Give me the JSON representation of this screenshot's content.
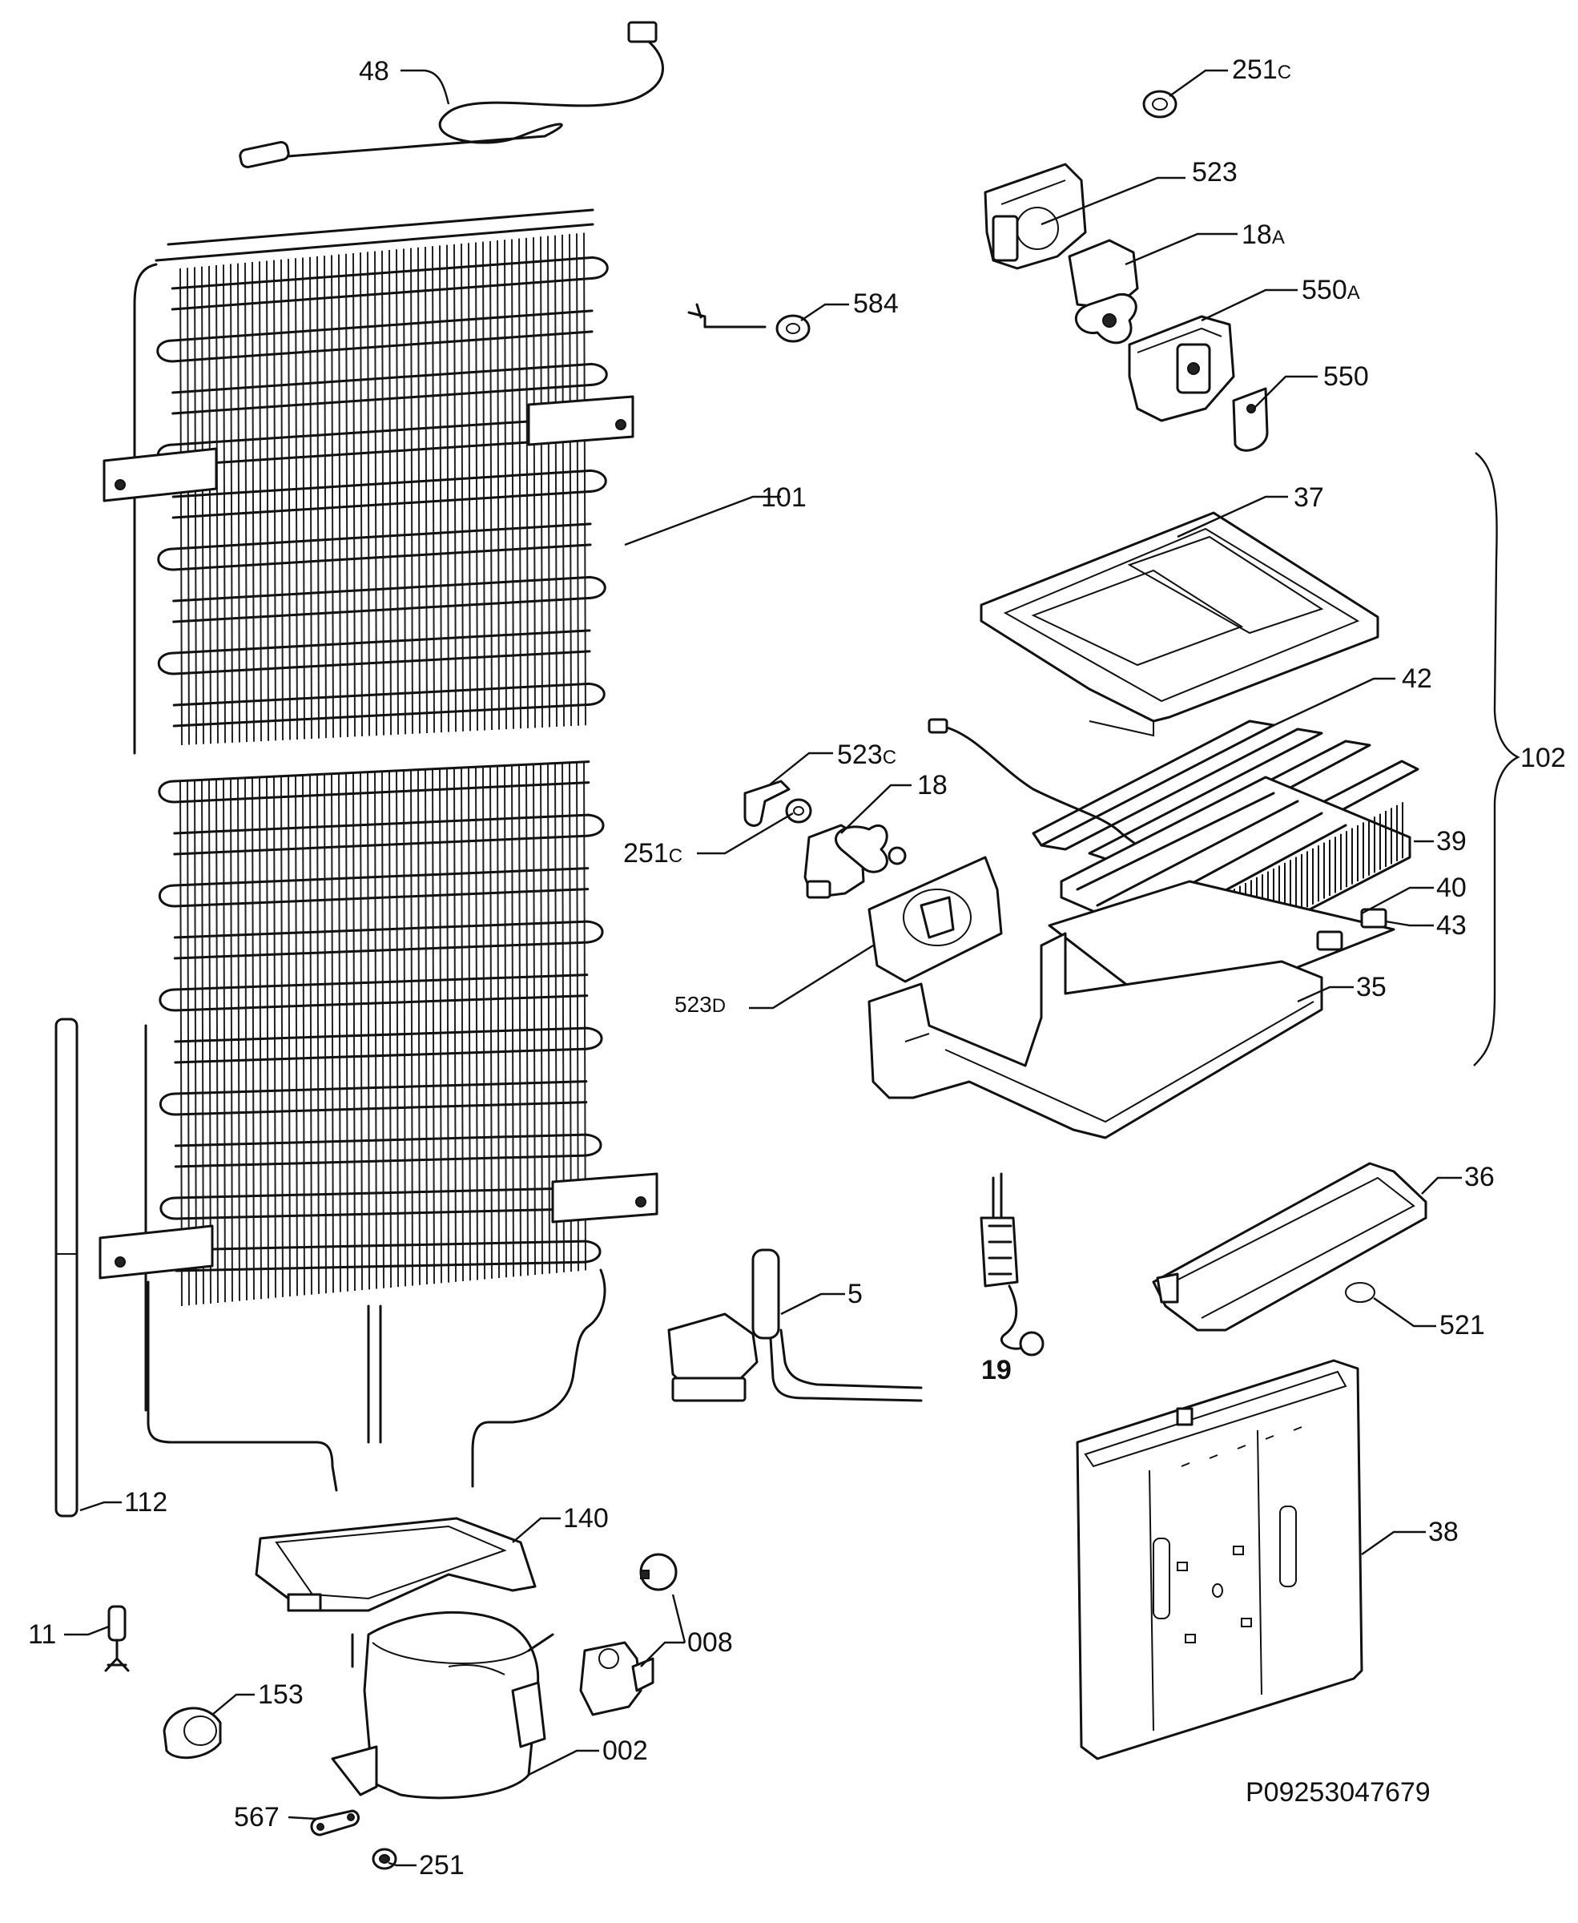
{
  "diagram_code": "P09253047679",
  "labels": {
    "48": {
      "main": "48",
      "suffix": ""
    },
    "251c_top": {
      "main": "251",
      "suffix": "C"
    },
    "523": {
      "main": "523",
      "suffix": ""
    },
    "18a": {
      "main": "18",
      "suffix": "A"
    },
    "584": {
      "main": "584",
      "suffix": ""
    },
    "550a": {
      "main": "550",
      "suffix": "A"
    },
    "550": {
      "main": "550",
      "suffix": ""
    },
    "101": {
      "main": "101",
      "suffix": ""
    },
    "37": {
      "main": "37",
      "suffix": ""
    },
    "42": {
      "main": "42",
      "suffix": ""
    },
    "102": {
      "main": "102",
      "suffix": ""
    },
    "523c": {
      "main": "523",
      "suffix": "C"
    },
    "18": {
      "main": "18",
      "suffix": ""
    },
    "251c_mid": {
      "main": "251",
      "suffix": "C"
    },
    "39": {
      "main": "39",
      "suffix": ""
    },
    "40": {
      "main": "40",
      "suffix": ""
    },
    "43": {
      "main": "43",
      "suffix": ""
    },
    "523d": {
      "main": "523",
      "suffix": "D"
    },
    "35": {
      "main": "35",
      "suffix": ""
    },
    "36": {
      "main": "36",
      "suffix": ""
    },
    "5": {
      "main": "5",
      "suffix": ""
    },
    "521": {
      "main": "521",
      "suffix": ""
    },
    "19": {
      "main": "19",
      "suffix": ""
    },
    "112": {
      "main": "112",
      "suffix": ""
    },
    "140": {
      "main": "140",
      "suffix": ""
    },
    "38": {
      "main": "38",
      "suffix": ""
    },
    "11": {
      "main": "11",
      "suffix": ""
    },
    "008": {
      "main": "008",
      "suffix": ""
    },
    "153": {
      "main": "153",
      "suffix": ""
    },
    "002": {
      "main": "002",
      "suffix": ""
    },
    "567": {
      "main": "567",
      "suffix": ""
    },
    "251": {
      "main": "251",
      "suffix": ""
    }
  }
}
